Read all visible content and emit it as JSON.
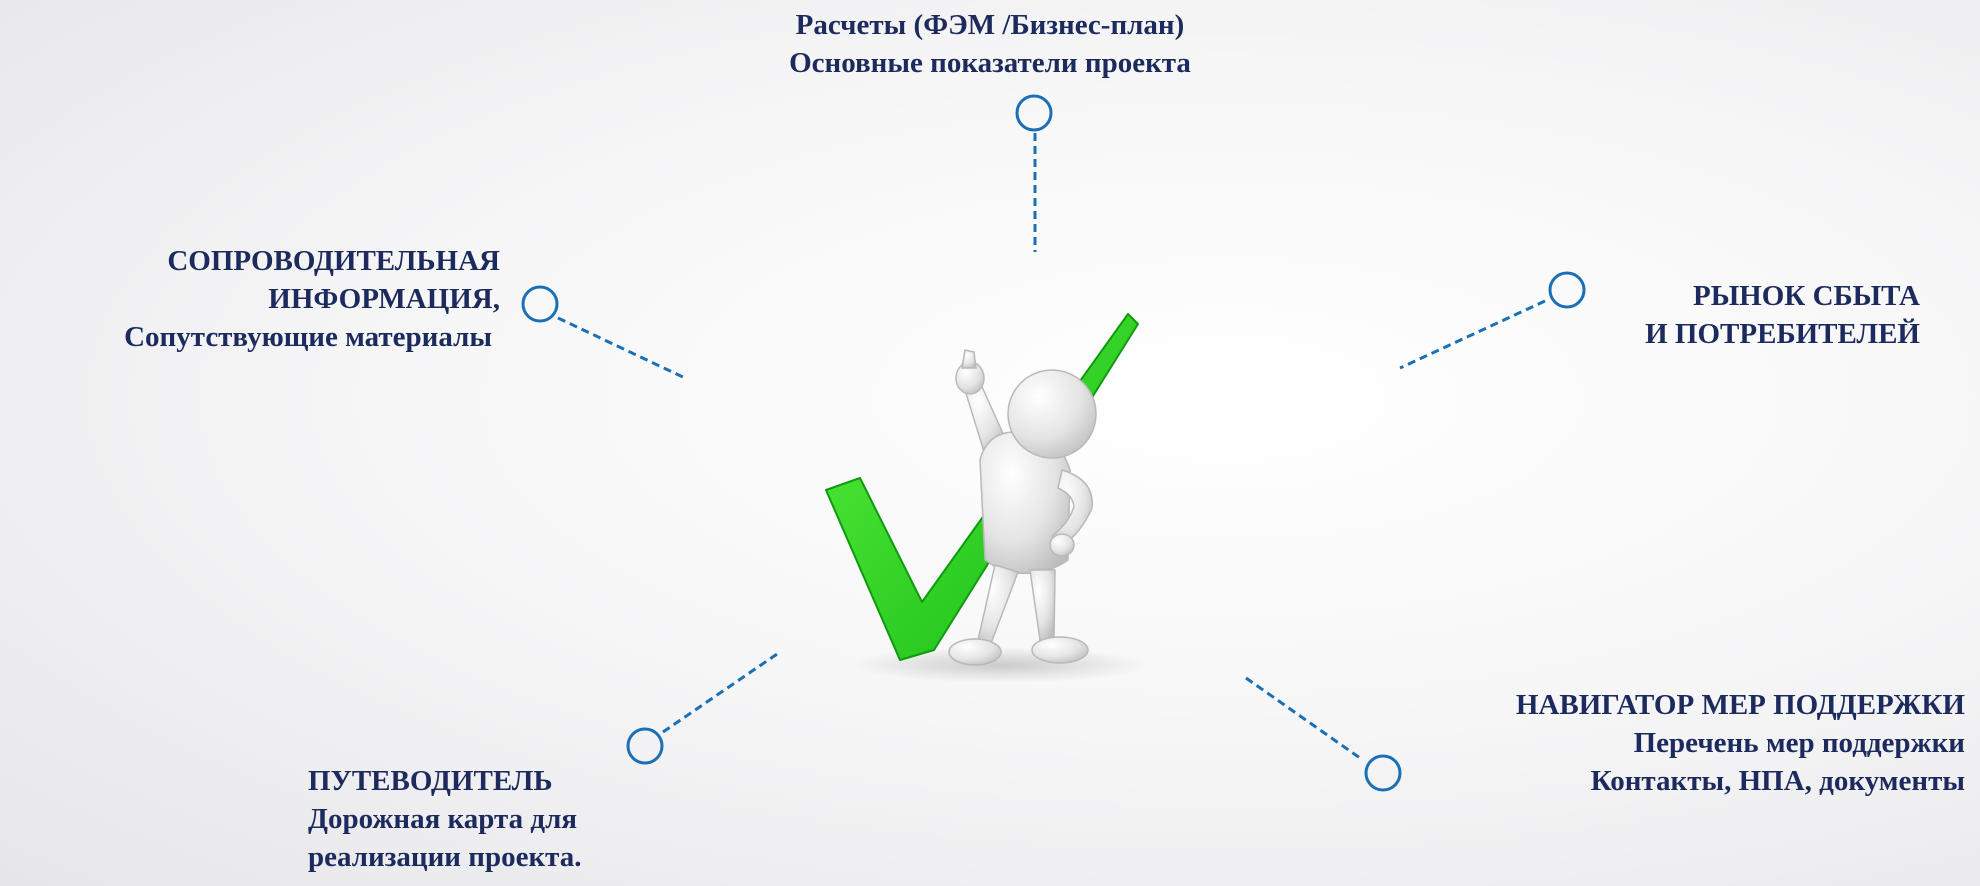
{
  "nodes": {
    "top": {
      "lines": [
        "Расчеты (ФЭМ /Бизнес-план)",
        "Основные показатели проекта"
      ]
    },
    "left": {
      "lines": [
        "СОПРОВОДИТЕЛЬНАЯ",
        "ИНФОРМАЦИЯ,",
        "Сопутствующие материалы"
      ]
    },
    "right": {
      "lines": [
        "РЫНОК СБЫТА",
        "И ПОТРЕБИТЕЛЕЙ"
      ]
    },
    "bottom_left": {
      "lines": [
        "ПУТЕВОДИТЕЛЬ",
        "Дорожная карта для",
        "реализации проекта."
      ]
    },
    "bottom_right": {
      "lines": [
        "НАВИГАТОР МЕР ПОДДЕРЖКИ",
        "Перечень мер поддержки",
        "Контакты, НПА, документы"
      ]
    }
  },
  "colors": {
    "text": "#1c2a5e",
    "connector": "#1a6fb5",
    "checkmark": "#2fd12a",
    "figure": "#e8e8e8"
  },
  "icons": {
    "center": "person-checkmark-icon",
    "connector_end": "circle-marker-icon"
  }
}
